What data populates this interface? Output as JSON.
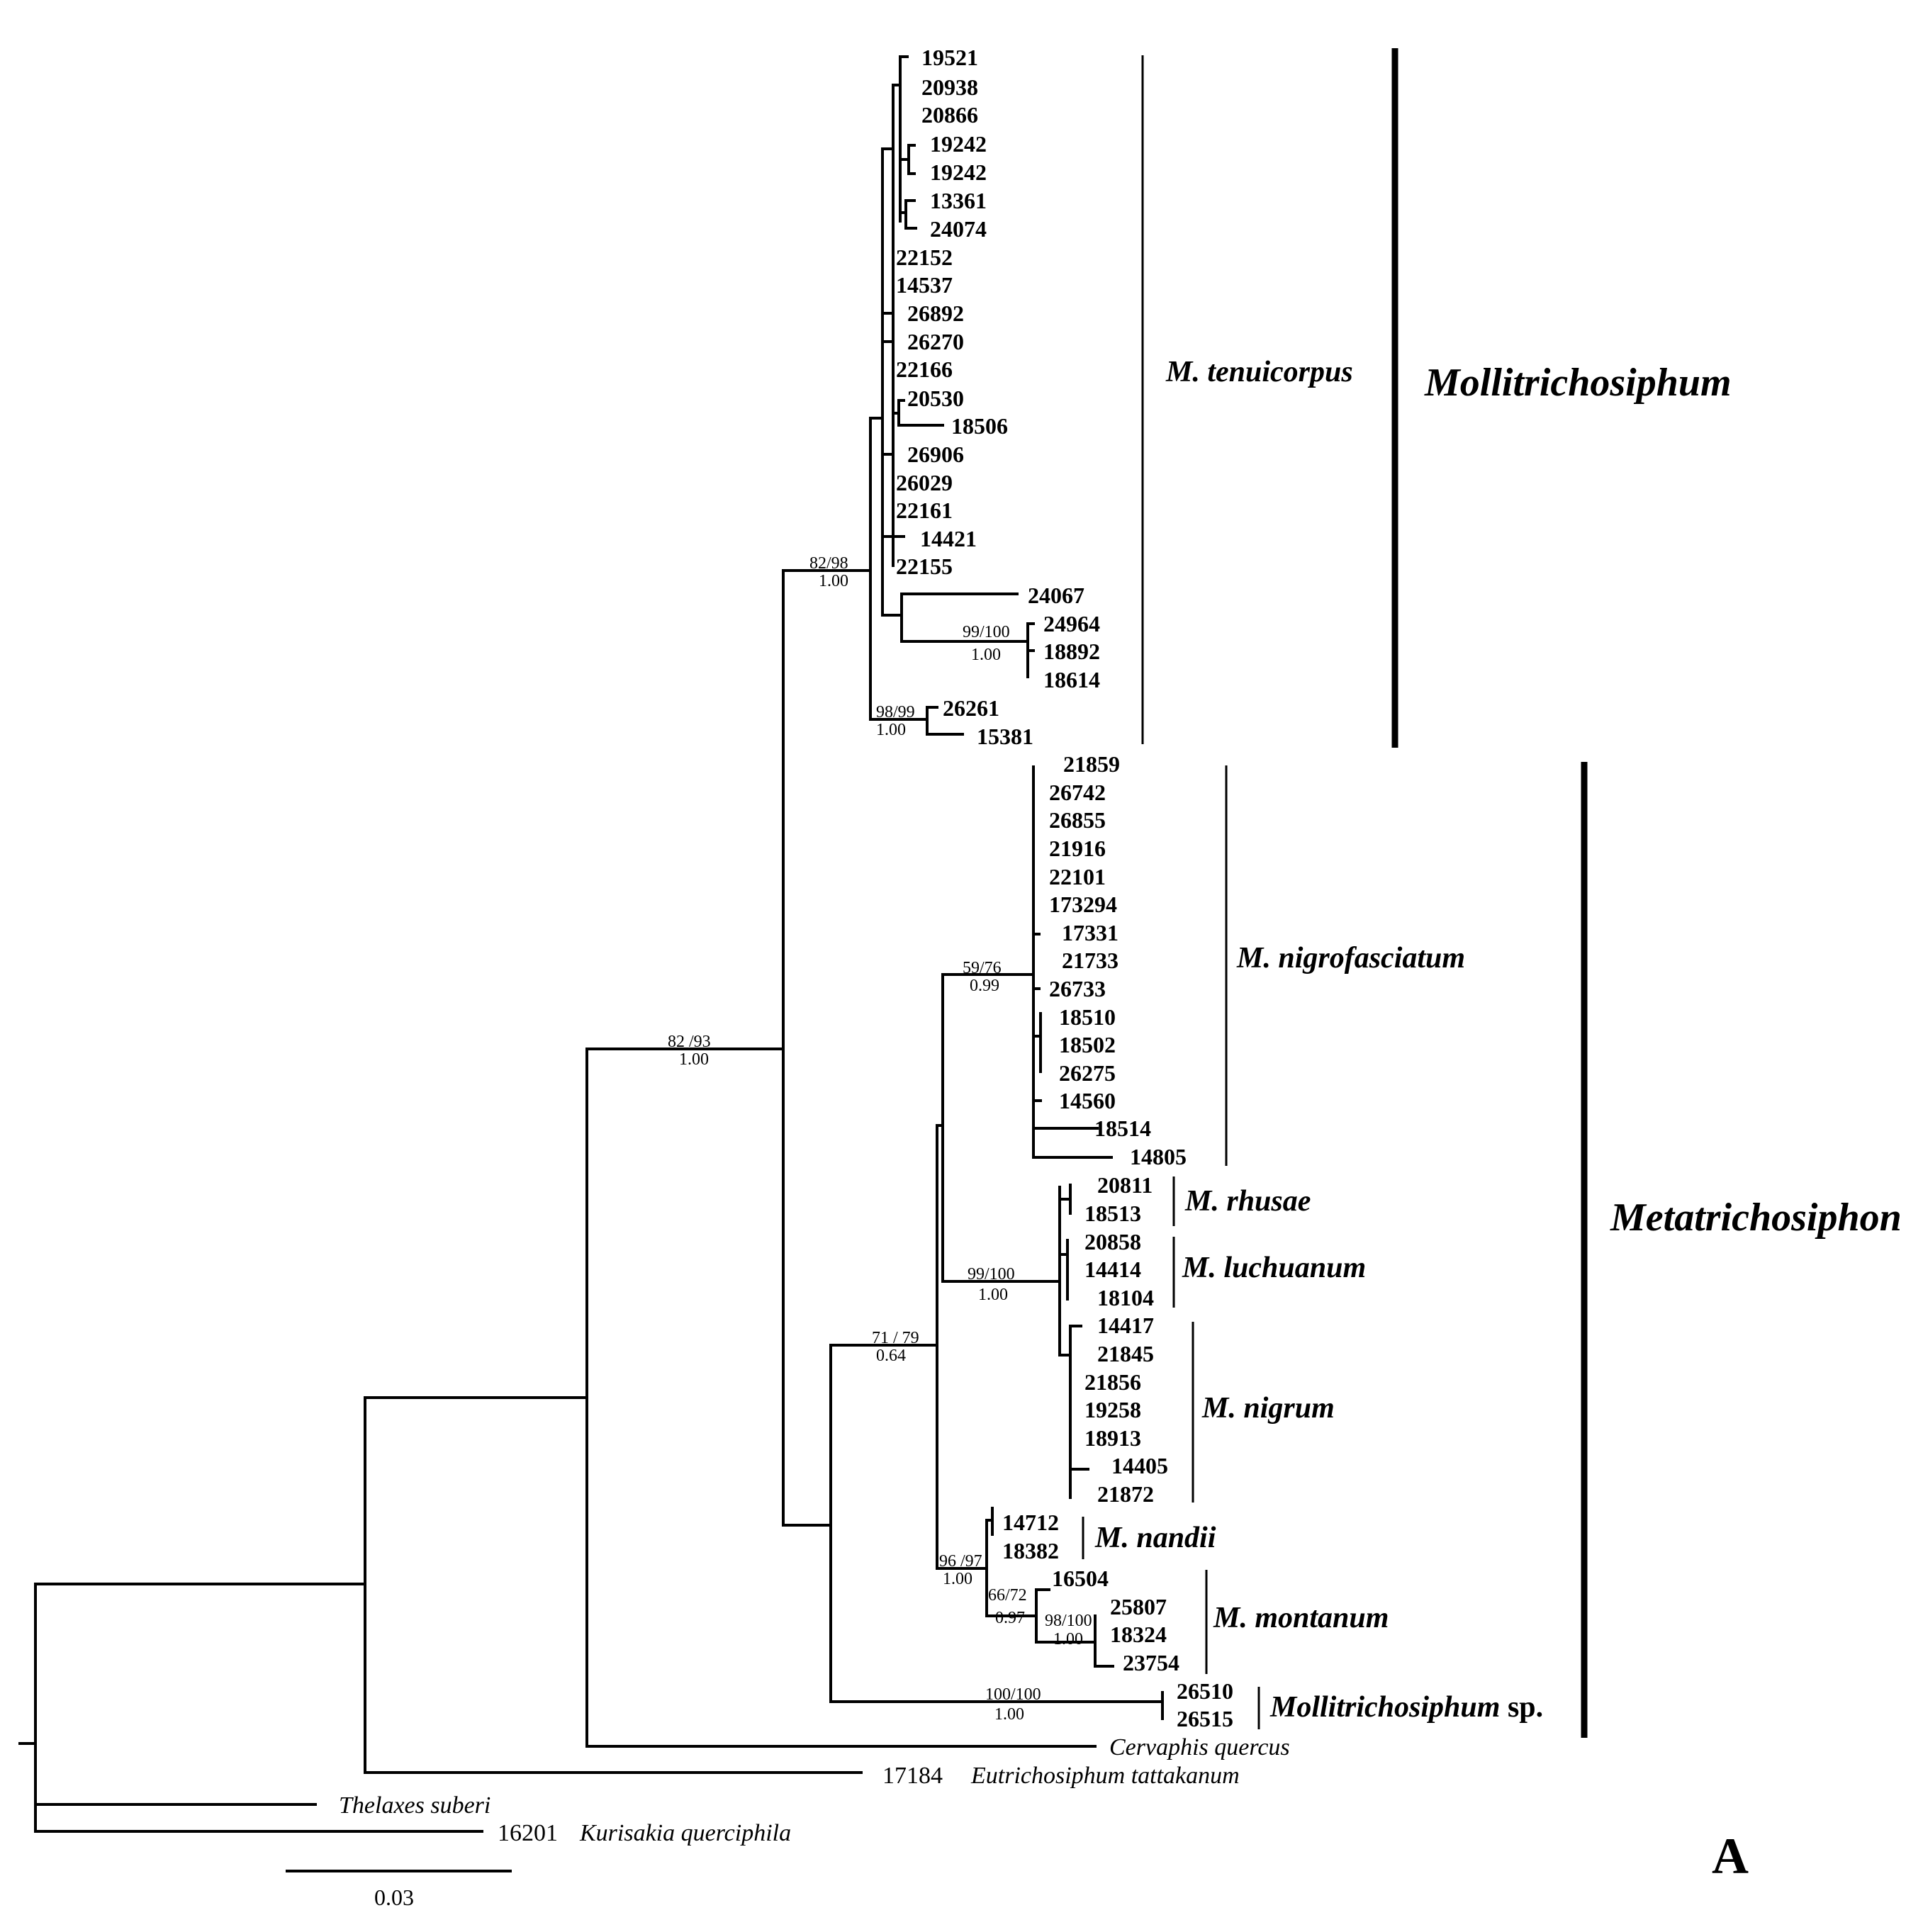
{
  "tips": {
    "t19521": "19521",
    "t20938": "20938",
    "t20866": "20866",
    "t19242a": "19242",
    "t19242b": "19242",
    "t13361": "13361",
    "t24074": "24074",
    "t22152": "22152",
    "t14537": "14537",
    "t26892": "26892",
    "t26270": "26270",
    "t22166": "22166",
    "t20530": "20530",
    "t18506": "18506",
    "t26906": "26906",
    "t26029": "26029",
    "t22161": "22161",
    "t14421": "14421",
    "t22155": "22155",
    "t24067": "24067",
    "t24964": "24964",
    "t18892": "18892",
    "t18614": "18614",
    "t26261": "26261",
    "t15381": "15381",
    "t21859": "21859",
    "t26742": "26742",
    "t26855": "26855",
    "t21916": "21916",
    "t22101": "22101",
    "t173294": "173294",
    "t17331": "17331",
    "t21733": "21733",
    "t26733": "26733",
    "t18510": "18510",
    "t18502": "18502",
    "t26275": "26275",
    "t14560": "14560",
    "t18514": "18514",
    "t14805": "14805",
    "t20811": "20811",
    "t18513": "18513",
    "t20858": "20858",
    "t14414": "14414",
    "t18104": "18104",
    "t14417": "14417",
    "t21845": "21845",
    "t21856": "21856",
    "t19258": "19258",
    "t18913": "18913",
    "t14405": "14405",
    "t21872": "21872",
    "t14712": "14712",
    "t18382": "18382",
    "t16504": "16504",
    "t25807": "25807",
    "t18324": "18324",
    "t23754": "23754",
    "t26510": "26510",
    "t26515": "26515"
  },
  "outgroups": {
    "cervaphis": "Cervaphis quercus",
    "eutri_num": "17184",
    "eutri_name": "Eutrichosiphum tattakanum",
    "thelaxes": "Thelaxes suberi",
    "kuri_num": "16201",
    "kuri_name": "Kurisakia querciphila"
  },
  "support": {
    "s_tenui_top": "82/98",
    "s_tenui_bot": "1.00",
    "s_249_top": "99/100",
    "s_249_bot": "1.00",
    "s_262_top": "98/99",
    "s_262_bot": "1.00",
    "s_main_top": "82 /93",
    "s_main_bot": "1.00",
    "s_nigro_top": "59/76",
    "s_nigro_bot": "0.99",
    "s_rhus_top": "99/100",
    "s_rhus_bot": "1.00",
    "s_meta_top": "71 / 79",
    "s_meta_bot": "0.64",
    "s_nand_top": "96 /97",
    "s_nand_bot": "1.00",
    "s_mont_top": "66/72",
    "s_mont_bot": "0.97",
    "s_mont2_top": "98/100",
    "s_mont2_bot": "1.00",
    "s_sp_top": "100/100",
    "s_sp_bot": "1.00"
  },
  "species": {
    "tenuicorpus": "M. tenuicorpus",
    "nigrofasciatum": "M. nigrofasciatum",
    "rhusae": "M. rhusae",
    "luchuanum": "M. luchuanum",
    "nigrum": "M. nigrum",
    "nandii": "M. nandii",
    "montanum": "M. montanum",
    "mollisp_genus": "Mollitrichosiphum",
    "mollisp_suffix": " sp."
  },
  "genera": {
    "mollitrichosiphum": "Mollitrichosiphum",
    "metatrichosiphon": "Metatrichosiphon"
  },
  "scale_bar": {
    "label": "0.03"
  },
  "panel_label": "A"
}
